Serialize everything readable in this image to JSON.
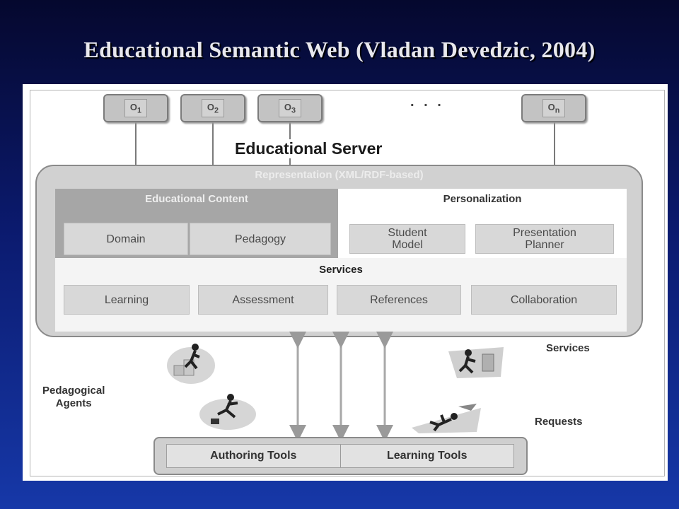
{
  "slide": {
    "title": "Educational Semantic Web (Vladan Devedzic, 2004)"
  },
  "diagram": {
    "ontologies": [
      {
        "label": "O",
        "sub": "1"
      },
      {
        "label": "O",
        "sub": "2"
      },
      {
        "label": "O",
        "sub": "3"
      },
      {
        "label": "O",
        "sub": "n"
      }
    ],
    "ellipsis": ". . .",
    "server_title": "Educational Server",
    "representation": "Representation (XML/RDF-based)",
    "educational_content": {
      "title": "Educational Content",
      "items": [
        "Domain",
        "Pedagogy"
      ]
    },
    "personalization": {
      "title": "Personalization",
      "items": [
        "Student\nModel",
        "Presentation\nPlanner"
      ]
    },
    "services": {
      "title": "Services",
      "items": [
        "Learning",
        "Assessment",
        "References",
        "Collaboration"
      ]
    },
    "annotations": {
      "services": "Services",
      "requests": "Requests",
      "agents": "Pedagogical\nAgents"
    },
    "tools": [
      "Authoring Tools",
      "Learning Tools"
    ],
    "icons": [
      "agent-climbing-icon",
      "agent-leaping-icon",
      "agent-running-icon",
      "agent-diving-icon"
    ]
  }
}
